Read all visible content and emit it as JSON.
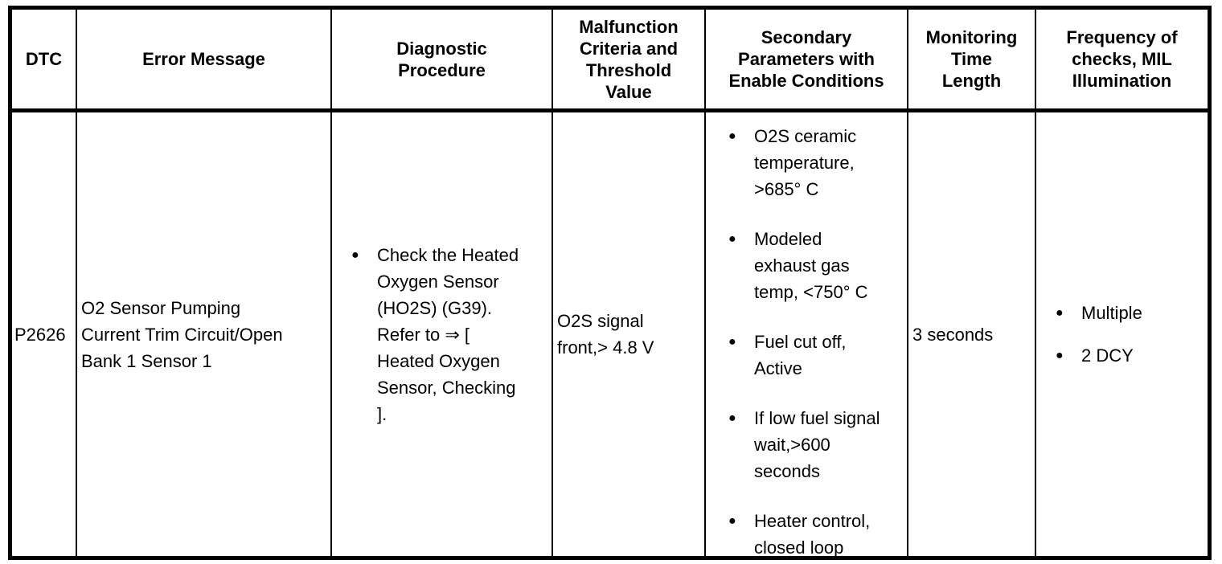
{
  "colors": {
    "border": "#000000",
    "background": "#ffffff",
    "text": "#000000"
  },
  "glyphs": {
    "bullet": "●"
  },
  "table": {
    "headers": {
      "dtc": "DTC",
      "error_message": "Error Message",
      "diagnostic_procedure": "Diagnostic\nProcedure",
      "malfunction_criteria": "Malfunction\nCriteria and\nThreshold\nValue",
      "secondary_parameters": "Secondary\nParameters with\nEnable Conditions",
      "monitoring_time": "Monitoring\nTime\nLength",
      "frequency": "Frequency of\nchecks, MIL\nIllumination"
    },
    "row": {
      "dtc": "P2626",
      "error_message": "O2 Sensor Pumping\nCurrent Trim Circuit/Open\nBank 1 Sensor 1",
      "diagnostic_procedure": [
        "Check the Heated\nOxygen Sensor\n(HO2S) (G39).\nRefer to ⇒ [\nHeated Oxygen\nSensor, Checking\n]."
      ],
      "malfunction_criteria": "O2S signal\nfront,> 4.8 V",
      "secondary_parameters": [
        "O2S ceramic\ntemperature,\n>685° C",
        "Modeled\nexhaust gas\ntemp, <750° C",
        "Fuel cut off,\nActive",
        "If low fuel signal\nwait,>600\nseconds",
        "Heater control,\nclosed loop"
      ],
      "monitoring_time": "3 seconds",
      "frequency": [
        "Multiple",
        "2 DCY"
      ]
    }
  }
}
